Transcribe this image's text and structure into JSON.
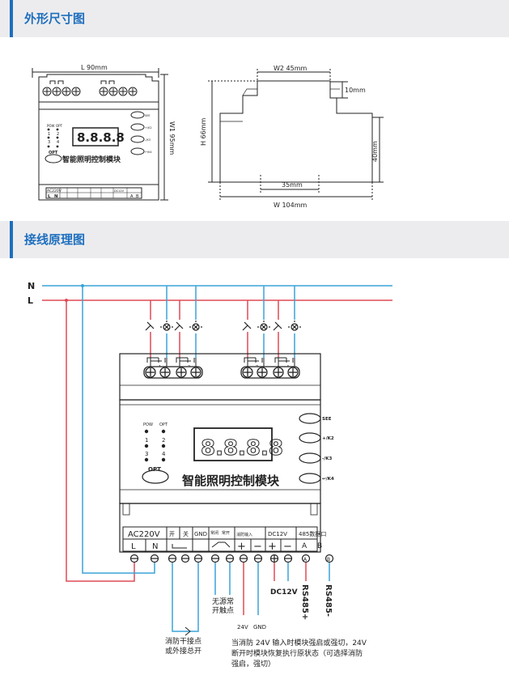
{
  "sections": {
    "dimensions_title": "外形尺寸图",
    "wiring_title": "接线原理图"
  },
  "front_view": {
    "width_label": "L  90mm",
    "height_label": "W1  95mm",
    "pow": "POW",
    "opt": "OPT",
    "ch1": "1",
    "ch2": "2",
    "ch3": "3",
    "ch4": "4",
    "opt_button": "OPT",
    "display": "8.8.8.8",
    "module_name": "智能照明控制模块",
    "btn1": "SEE",
    "btn2": "+/K2",
    "btn3": "-/K3",
    "btn4": "↩/K4",
    "term_ac": "AC220V",
    "term_l": "L",
    "term_n": "N",
    "term_dc": "DC12V",
    "term_a": "A",
    "term_b": "B"
  },
  "side_view": {
    "w2_label": "W2  45mm",
    "h_label": "H  66mm",
    "top_label": "10mm",
    "right_label": "40mm",
    "bottom_inner_label": "35mm",
    "w_label": "W     104mm"
  },
  "wiring": {
    "line_n": "N",
    "line_l": "L",
    "relay1": "1",
    "relay2": "2",
    "relay3": "3",
    "relay4": "4",
    "pow": "POW",
    "opt": "OPT",
    "ch1": "1",
    "ch2": "2",
    "ch3": "3",
    "ch4": "4",
    "display": "8.8.8.8",
    "opt_button": "OPT",
    "module_name": "智能照明控制模块",
    "btn1": "SEE",
    "btn2": "+/K2",
    "btn3": "-/K3",
    "btn4": "↩/K4",
    "term_ac220": "AC220V",
    "term_l": "L",
    "term_n": "N",
    "term_open": "开",
    "term_close": "关",
    "term_gnd": "GND",
    "term_nc": "常闭",
    "term_no": "常开",
    "term_fire": "消防输入",
    "term_dc12": "DC12V",
    "term_rs485": "485数据口",
    "term_a": "A",
    "term_b": "B",
    "dc12v": "DC12V",
    "rs485p": "RS485+",
    "rs485m": "RS485-",
    "dry_contact_1": "无源常",
    "dry_contact_2": "开触点",
    "v24": "24V",
    "gnd": "GND",
    "fire_dry_1": "消防干接点",
    "fire_dry_2": "或外接总开",
    "note_1": "当消防 24V 输入时模块强启或强切，24V",
    "note_2": "断开时模块恢复执行原状态（可选择消防",
    "note_3": "强启，强切）"
  },
  "colors": {
    "accent": "#1e6fbf",
    "wire_n": "#3aa3d8",
    "wire_l": "#e04a55",
    "wire_blue": "#3aa3d8"
  }
}
